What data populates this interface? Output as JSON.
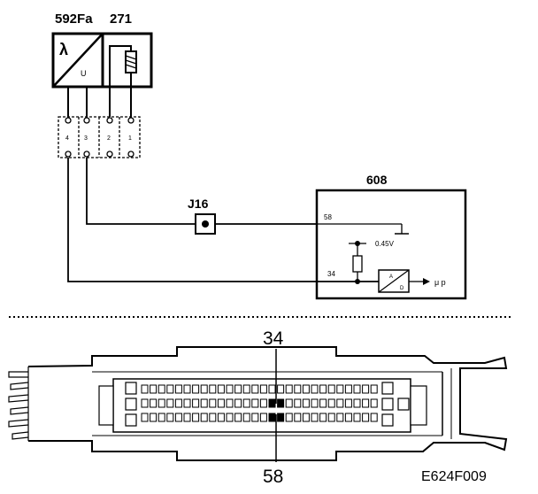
{
  "components": {
    "sensor": {
      "id": "592Fa",
      "lambda_symbol": "λ",
      "u_symbol": "U"
    },
    "heater": {
      "id": "271"
    },
    "connector": {
      "pins": [
        "4",
        "3",
        "2",
        "1"
      ]
    },
    "junction": {
      "id": "J16"
    },
    "ecu": {
      "id": "608",
      "pin_58": "58",
      "pin_34": "34",
      "voltage": "0.45V",
      "ad_a": "A",
      "ad_d": "D",
      "output": "μ p"
    }
  },
  "connector_callouts": {
    "top": "34",
    "bottom": "58"
  },
  "figure_id": "E624F009"
}
